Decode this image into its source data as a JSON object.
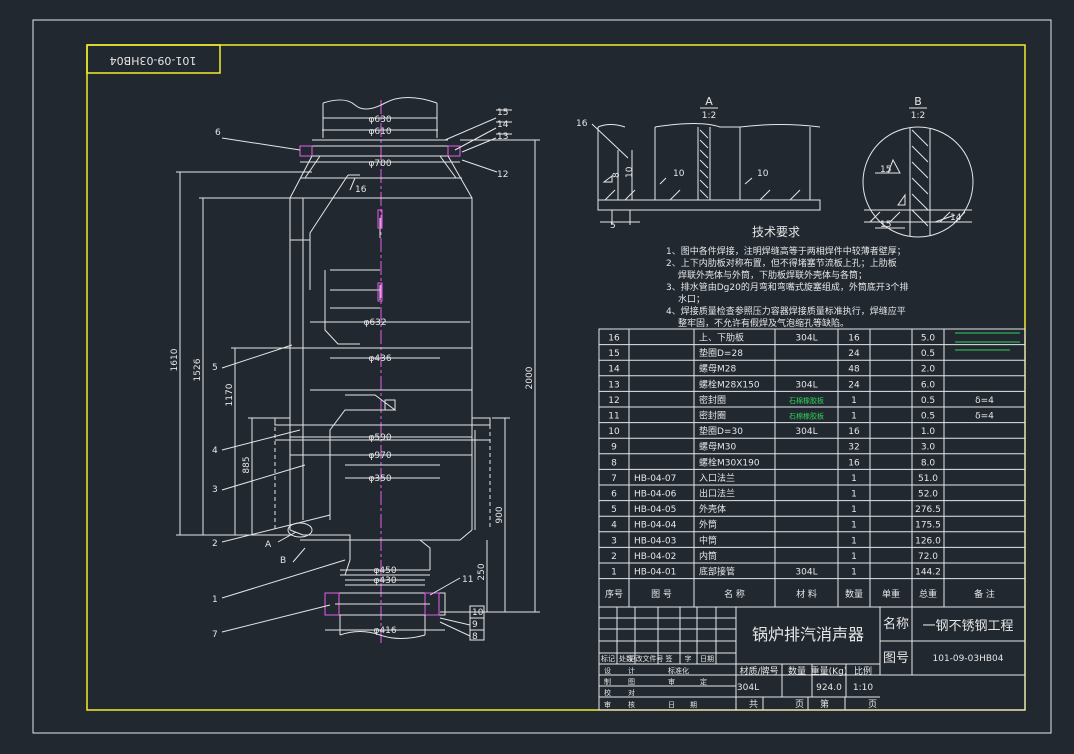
{
  "sheet": {
    "code_box": "101-09-03HB04"
  },
  "main_view": {
    "part_tags": [
      "6",
      "5",
      "4",
      "3",
      "2",
      "1",
      "7",
      "15",
      "14",
      "13",
      "12",
      "16",
      "11",
      "10",
      "9",
      "8"
    ],
    "section_marks": [
      "A",
      "B"
    ],
    "dims": {
      "d630": "φ630",
      "d610": "φ610",
      "d700": "φ700",
      "d632": "φ632",
      "d436": "φ436",
      "d590": "φ590",
      "d970": "φ970",
      "d350": "φ350",
      "d450": "φ450",
      "d430": "φ430",
      "d416": "φ416",
      "h1610": "1610",
      "h1526": "1526",
      "h1170": "1170",
      "h885": "885",
      "h2000": "2000",
      "h900": "900",
      "h250": "250"
    }
  },
  "detail_a": {
    "label": "A",
    "scale": "1:2",
    "tag": "16",
    "small": [
      "8",
      "10",
      "10",
      "10"
    ]
  },
  "detail_b": {
    "label": "B",
    "scale": "1:2",
    "marks": [
      "15",
      "15",
      "14"
    ]
  },
  "tech_req": {
    "title": "技术要求",
    "items": [
      "1、图中各件焊接，注明焊缝高等于两相焊件中较薄者壁厚；",
      "2、上下内肋板对称布置，但不得堵塞节流板上孔；上肋板",
      "焊联外壳体与外筒，下肋板焊联外壳体与各筒；",
      "3、排水管由Dg20的月弯和弯嘴式旋塞组成，外筒底开3个排",
      "水口；",
      "4、焊接质量检查参照压力容器焊接质量标准执行，焊缝应平",
      "整牢固，不允许有假焊及气泡缩孔等缺陷。"
    ]
  },
  "bom": {
    "rows": [
      {
        "no": "16",
        "code": "",
        "name": "上、下肋板",
        "mat": "304L",
        "qty": "16",
        "unit": "",
        "total": "5.0",
        "note": ""
      },
      {
        "no": "15",
        "code": "",
        "name": "垫圈D=28",
        "mat": "",
        "qty": "24",
        "unit": "",
        "total": "0.5",
        "note": ""
      },
      {
        "no": "14",
        "code": "",
        "name": "螺母M28",
        "mat": "",
        "qty": "48",
        "unit": "",
        "total": "2.0",
        "note": ""
      },
      {
        "no": "13",
        "code": "",
        "name": "螺栓M28X150",
        "mat": "304L",
        "qty": "24",
        "unit": "",
        "total": "6.0",
        "note": ""
      },
      {
        "no": "12",
        "code": "",
        "name": "密封圈",
        "mat": "石棉橡胶板",
        "qty": "1",
        "unit": "",
        "total": "0.5",
        "note": "δ=4"
      },
      {
        "no": "11",
        "code": "",
        "name": "密封圈",
        "mat": "石棉橡胶板",
        "qty": "1",
        "unit": "",
        "total": "0.5",
        "note": "δ=4"
      },
      {
        "no": "10",
        "code": "",
        "name": "垫圈D=30",
        "mat": "304L",
        "qty": "16",
        "unit": "",
        "total": "1.0",
        "note": ""
      },
      {
        "no": "9",
        "code": "",
        "name": "螺母M30",
        "mat": "",
        "qty": "32",
        "unit": "",
        "total": "3.0",
        "note": ""
      },
      {
        "no": "8",
        "code": "",
        "name": "螺栓M30X190",
        "mat": "",
        "qty": "16",
        "unit": "",
        "total": "8.0",
        "note": ""
      },
      {
        "no": "7",
        "code": "HB-04-07",
        "name": "入口法兰",
        "mat": "",
        "qty": "1",
        "unit": "",
        "total": "51.0",
        "note": ""
      },
      {
        "no": "6",
        "code": "HB-04-06",
        "name": "出口法兰",
        "mat": "",
        "qty": "1",
        "unit": "",
        "total": "52.0",
        "note": ""
      },
      {
        "no": "5",
        "code": "HB-04-05",
        "name": "外壳体",
        "mat": "",
        "qty": "1",
        "unit": "",
        "total": "276.5",
        "note": ""
      },
      {
        "no": "4",
        "code": "HB-04-04",
        "name": "外筒",
        "mat": "",
        "qty": "1",
        "unit": "",
        "total": "175.5",
        "note": ""
      },
      {
        "no": "3",
        "code": "HB-04-03",
        "name": "中筒",
        "mat": "",
        "qty": "1",
        "unit": "",
        "total": "126.0",
        "note": ""
      },
      {
        "no": "2",
        "code": "HB-04-02",
        "name": "内筒",
        "mat": "",
        "qty": "1",
        "unit": "",
        "total": "72.0",
        "note": ""
      },
      {
        "no": "1",
        "code": "HB-04-01",
        "name": "底部接管",
        "mat": "304L",
        "qty": "1",
        "unit": "",
        "total": "144.2",
        "note": ""
      }
    ],
    "header": {
      "no": "序号",
      "code": "图  号",
      "name": "名    称",
      "mat": "材 料",
      "qty": "数量",
      "unit": "单重",
      "total": "总重",
      "note": "备    注"
    }
  },
  "title_block": {
    "drawing_title": "锅炉排汽消声器",
    "name_label": "名称",
    "project_name": "一钢不锈钢工程",
    "drawing_no_label": "图号",
    "drawing_no": "101-09-03HB04",
    "material_label": "材质/牌号",
    "qty_label": "数量",
    "weight_label": "重量(Kg)",
    "scale_label": "比例",
    "material": "304L",
    "weight": "924.0",
    "scale": "1:10",
    "sheet_total": "共",
    "sheet_word": "页",
    "sheet_no": "第",
    "sheet_word2": "页",
    "rev_labels": [
      "标记",
      "处数",
      "更改文件号",
      "签",
      "字",
      "日期"
    ],
    "sign_rows": [
      "设",
      "计",
      "标准化",
      "制",
      "图",
      "审",
      "定",
      "校",
      "对",
      "审",
      "核",
      "日",
      "期"
    ]
  }
}
